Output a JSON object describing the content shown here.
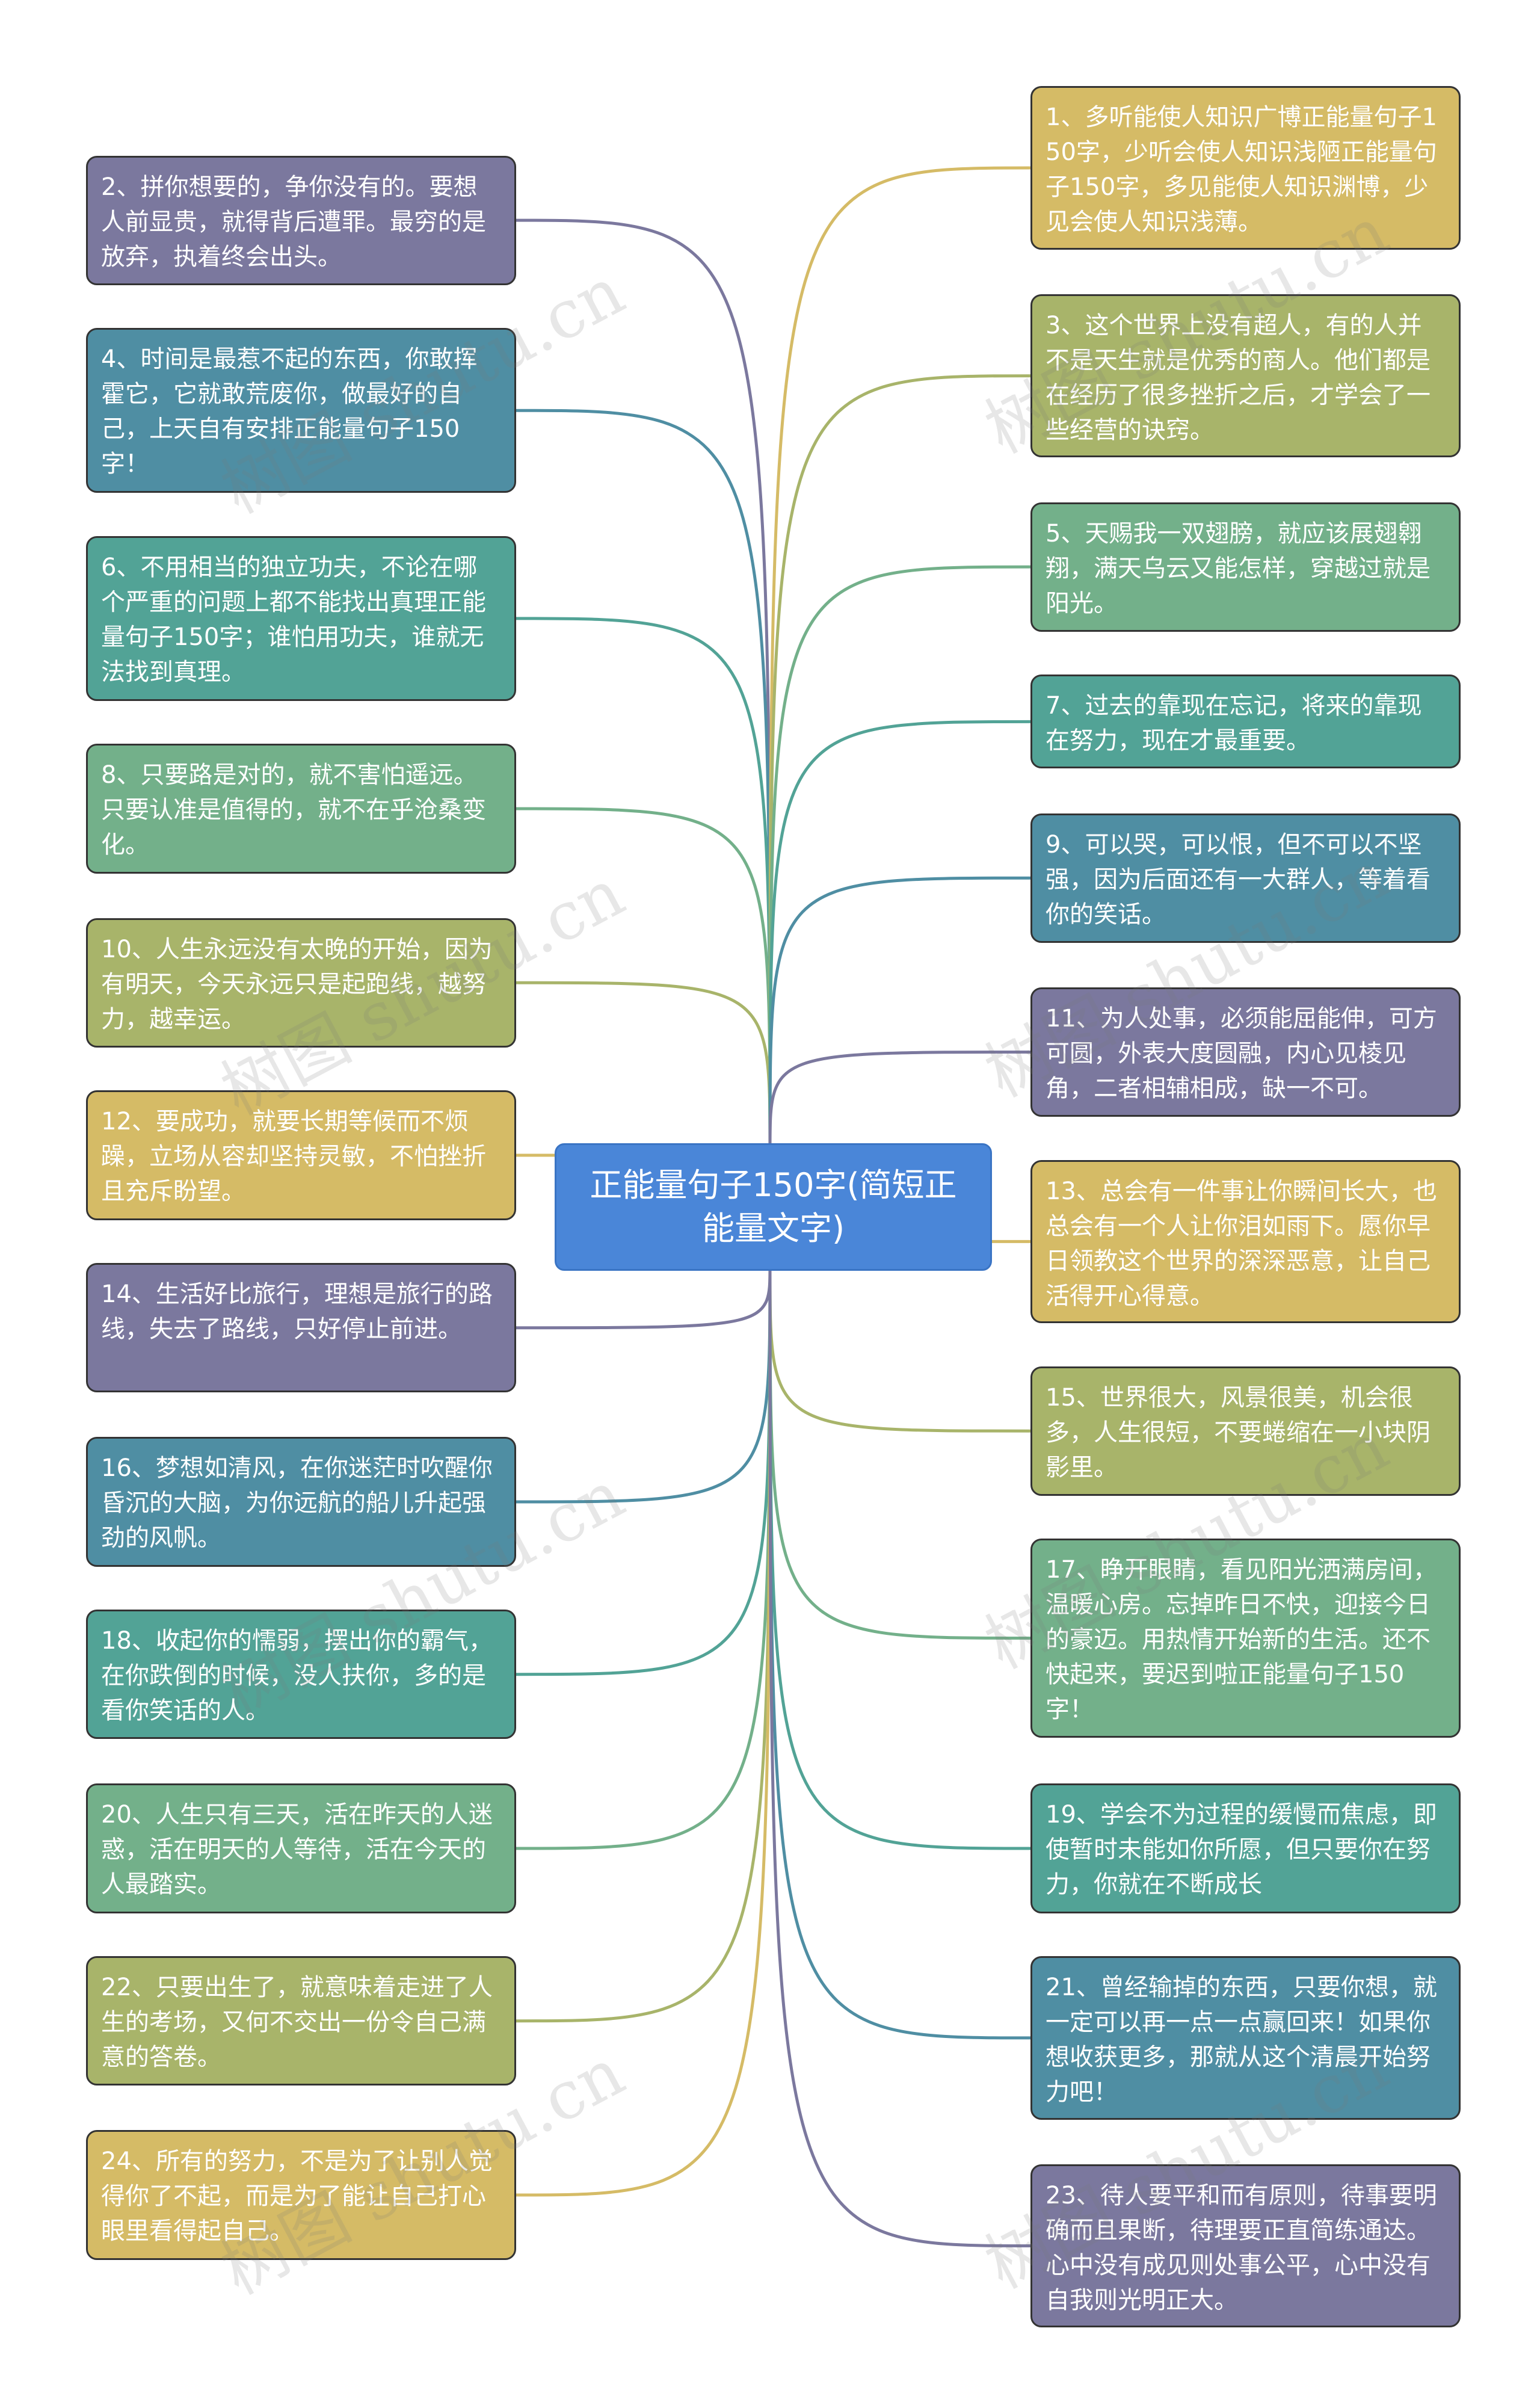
{
  "title": "正能量句子150字(简短正能量文字)",
  "watermark": "树图 shutu.cn",
  "colors": {
    "purple": "#7b789e",
    "blue": "#4f8ea3",
    "teal": "#52a396",
    "green": "#73b08a",
    "olive": "#a8b46a",
    "yellow": "#d5bb66",
    "center": "#4a86d8"
  },
  "left_items": [
    "2、拼你想要的，争你没有的。要想人前显贵，就得背后遭罪。最穷的是放弃，执着终会出头。",
    "4、时间是最惹不起的东西，你敢挥霍它，它就敢荒废你，做最好的自己，上天自有安排正能量句子150字！",
    "6、不用相当的独立功夫，不论在哪个严重的问题上都不能找出真理正能量句子150字；谁怕用功夫，谁就无法找到真理。",
    "8、只要路是对的，就不害怕遥远。只要认准是值得的，就不在乎沧桑变化。",
    "10、人生永远没有太晚的开始，因为有明天，今天永远只是起跑线，越努力，越幸运。",
    "12、要成功，就要长期等候而不烦躁，立场从容却坚持灵敏，不怕挫折且充斥盼望。",
    "14、生活好比旅行，理想是旅行的路线，失去了路线，只好停止前进。",
    "16、梦想如清风，在你迷茫时吹醒你昏沉的大脑，为你远航的船儿升起强劲的风帆。",
    "18、收起你的懦弱，摆出你的霸气，在你跌倒的时候，没人扶你，多的是看你笑话的人。",
    "20、人生只有三天，活在昨天的人迷惑，活在明天的人等待，活在今天的人最踏实。",
    "22、只要出生了，就意味着走进了人生的考场，又何不交出一份令自己满意的答卷。",
    "24、所有的努力，不是为了让别人觉得你了不起，而是为了能让自己打心眼里看得起自己。"
  ],
  "right_items": [
    "1、多听能使人知识广博正能量句子150字，少听会使人知识浅陋正能量句子150字，多见能使人知识渊博，少见会使人知识浅薄。",
    "3、这个世界上没有超人，有的人并不是天生就是优秀的商人。他们都是在经历了很多挫折之后，才学会了一些经营的诀窍。",
    "5、天赐我一双翅膀，就应该展翅翱翔，满天乌云又能怎样，穿越过就是阳光。",
    "7、过去的靠现在忘记，将来的靠现在努力，现在才最重要。",
    "9、可以哭，可以恨，但不可以不坚强，因为后面还有一大群人，等着看你的笑话。",
    "11、为人处事，必须能屈能伸，可方可圆，外表大度圆融，内心见棱见角，二者相辅相成，缺一不可。",
    "13、总会有一件事让你瞬间长大，也总会有一个人让你泪如雨下。愿你早日领教这个世界的深深恶意，让自己活得开心得意。",
    "15、世界很大，风景很美，机会很多，人生很短，不要蜷缩在一小块阴影里。",
    "17、睁开眼睛，看见阳光洒满房间，温暖心房。忘掉昨日不快，迎接今日的豪迈。用热情开始新的生活。还不快起来，要迟到啦正能量句子150字！",
    "19、学会不为过程的缓慢而焦虑，即使暂时未能如你所愿，但只要你在努力，你就在不断成长",
    "21、曾经输掉的东西，只要你想，就一定可以再一点一点赢回来！如果你想收获更多，那就从这个清晨开始努力吧！",
    "23、待人要平和而有原则，待事要明确而且果断，待理要正直简练通达。心中没有成见则处事公平，心中没有自我则光明正大。"
  ]
}
